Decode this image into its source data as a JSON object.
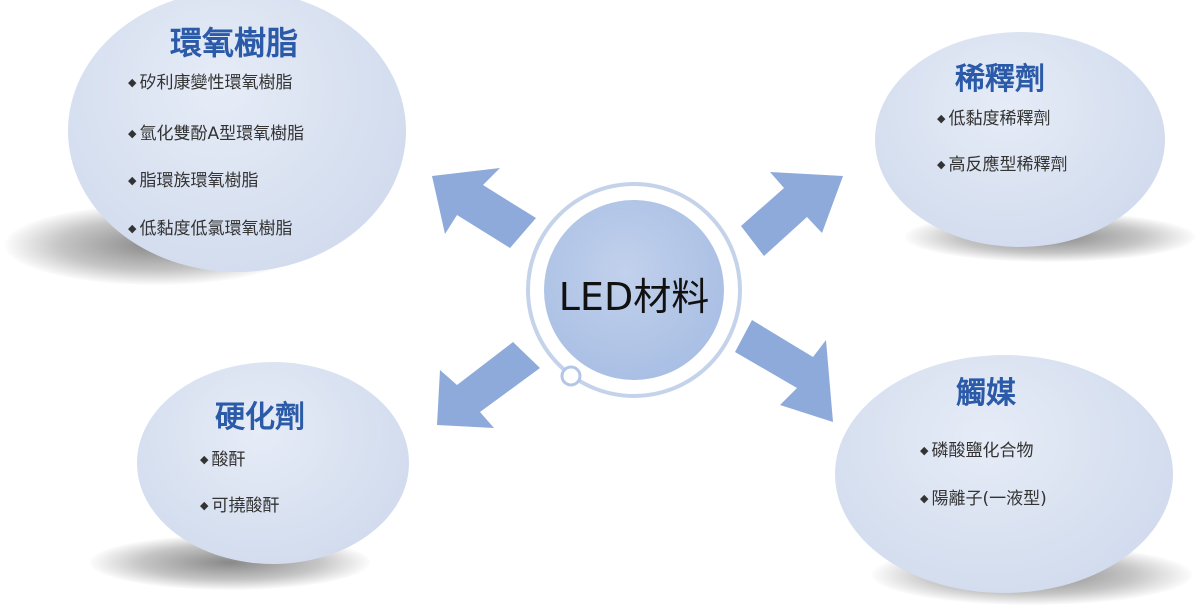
{
  "center": {
    "label": "LED材料"
  },
  "groups": [
    {
      "title": "環氧樹脂",
      "items": [
        "矽利康變性環氧樹脂",
        "氫化雙酚A型環氧樹脂",
        "脂環族環氧樹脂",
        "低黏度低氯環氧樹脂"
      ]
    },
    {
      "title": "稀釋劑",
      "items": [
        "低黏度稀釋劑",
        "高反應型稀釋劑"
      ]
    },
    {
      "title": "硬化劑",
      "items": [
        "酸酐",
        "可撓酸酐"
      ]
    },
    {
      "title": "觸媒",
      "items": [
        "磷酸鹽化合物",
        "陽離子(一液型)"
      ]
    }
  ],
  "colors": {
    "bubble": "#d7e0f0",
    "title": "#2b5aa8",
    "arrow": "#8eaadb",
    "ring": "#c5d3ea",
    "center_fill": "#b4c6e7"
  }
}
